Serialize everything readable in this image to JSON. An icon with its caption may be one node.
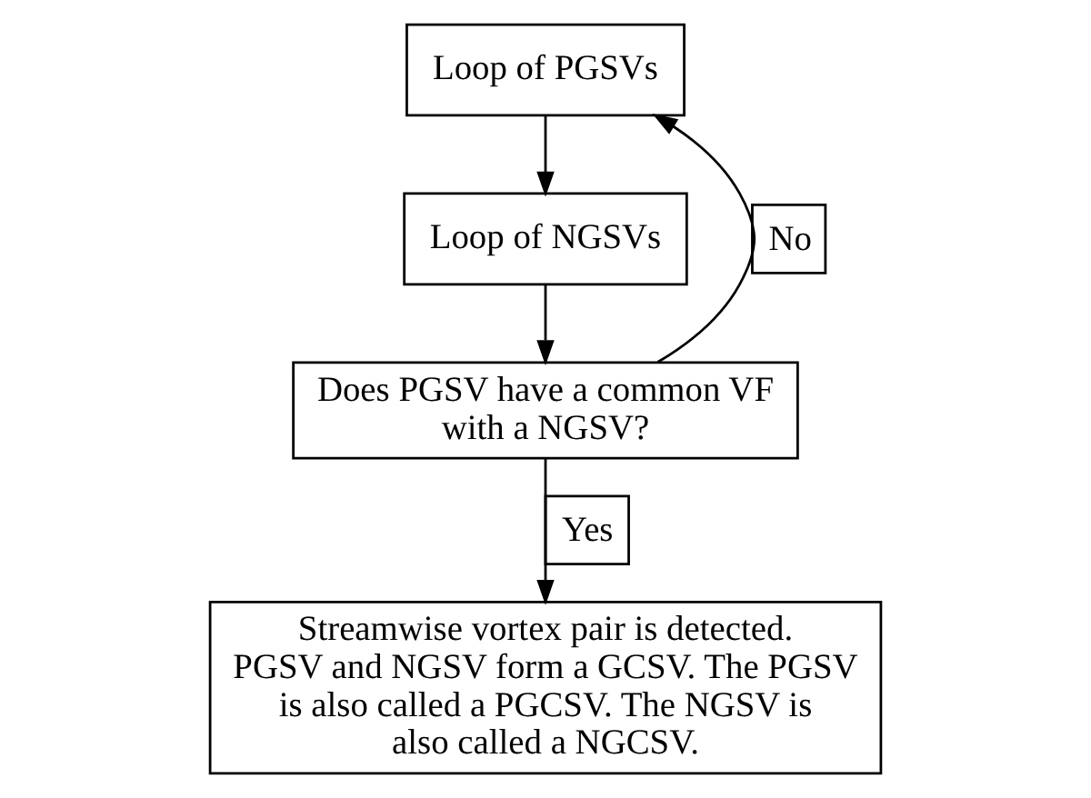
{
  "diagram": {
    "nodes": [
      {
        "text": [
          "Loop of PGSVs"
        ]
      },
      {
        "text": [
          "Loop of NGSVs"
        ]
      },
      {
        "text": [
          "Does PGSV have a common VF with a NGSV?"
        ]
      },
      {
        "text": [
          "Streamwise vortex pair is detected. PGSV and NGSV form a GCSV. The PGSV is also called a PGCSV. The NGSV is also called a NGCSV."
        ]
      }
    ],
    "edges": [
      {
        "from": 0,
        "to": 1,
        "arrow": "to"
      },
      {
        "from": 1,
        "to": 2,
        "arrow": "to"
      },
      {
        "from": 2,
        "to": 3,
        "arrow": "to",
        "label": "Yes"
      },
      {
        "from": 2,
        "to": 0,
        "arrow": "to",
        "label": "No"
      }
    ]
  }
}
